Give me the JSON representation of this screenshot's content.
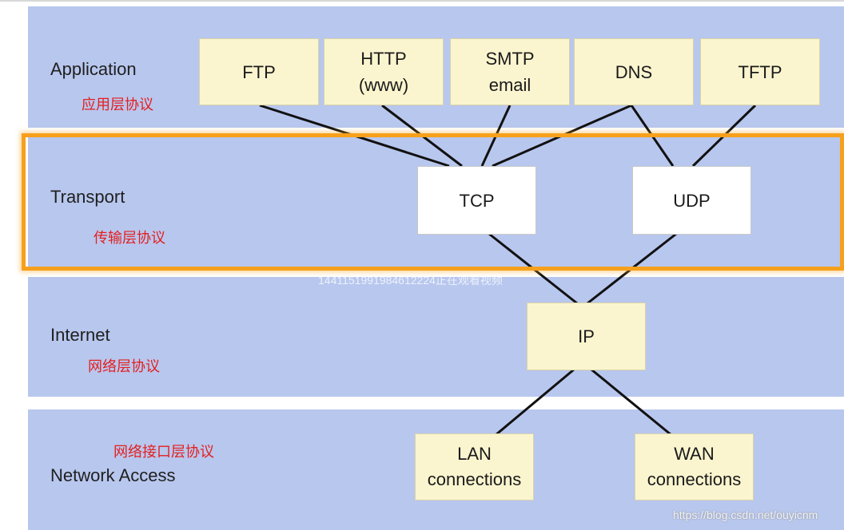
{
  "layers": {
    "application": {
      "title": "Application",
      "cn": "应用层协议"
    },
    "transport": {
      "title": "Transport",
      "cn": "传输层协议"
    },
    "internet": {
      "title": "Internet",
      "cn": "网络层协议"
    },
    "network_access": {
      "title": "Network Access",
      "cn": "网络接口层协议"
    }
  },
  "protocols": {
    "ftp": {
      "line1": "FTP"
    },
    "http": {
      "line1": "HTTP",
      "line2": "(www)"
    },
    "smtp": {
      "line1": "SMTP",
      "line2": "email"
    },
    "dns": {
      "line1": "DNS"
    },
    "tftp": {
      "line1": "TFTP"
    },
    "tcp": {
      "line1": "TCP"
    },
    "udp": {
      "line1": "UDP"
    },
    "ip": {
      "line1": "IP"
    },
    "lan": {
      "line1": "LAN",
      "line2": "connections"
    },
    "wan": {
      "line1": "WAN",
      "line2": "connections"
    }
  },
  "connections": [
    [
      "ftp",
      "tcp"
    ],
    [
      "http",
      "tcp"
    ],
    [
      "smtp",
      "tcp"
    ],
    [
      "dns",
      "tcp"
    ],
    [
      "dns",
      "udp"
    ],
    [
      "tftp",
      "udp"
    ],
    [
      "tcp",
      "ip"
    ],
    [
      "udp",
      "ip"
    ],
    [
      "ip",
      "lan"
    ],
    [
      "ip",
      "wan"
    ]
  ],
  "overlay": {
    "watermark": "1441151991984612224正在观看视频",
    "credit": "https://blog.csdn.net/ouyicnm"
  },
  "colors": {
    "band": "#b8c7ee",
    "box_yellow": "#fbf5cf",
    "highlight": "#f7a01c",
    "cn_label": "#e41f1f"
  }
}
